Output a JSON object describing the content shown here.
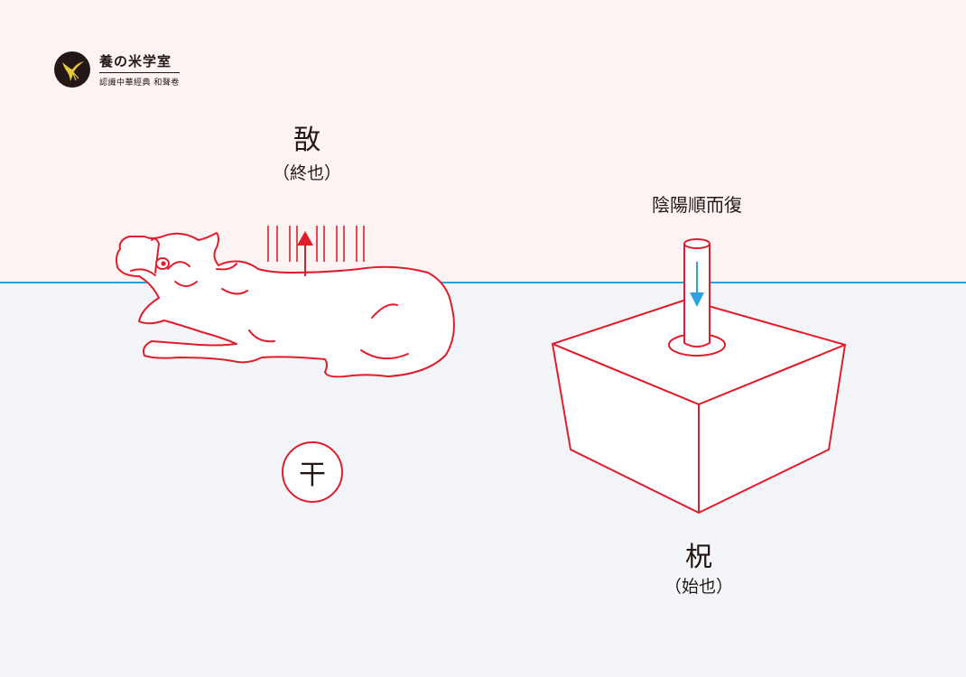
{
  "logo": {
    "title": "養の米学室",
    "subtitle": "認識中華經典 和聲卷",
    "icon": "bird-emblem-icon"
  },
  "left": {
    "char": "敔",
    "gloss": "（終也）",
    "badge": "干",
    "icon": "tiger-instrument-icon"
  },
  "right": {
    "caption": "陰陽順而復",
    "char": "柷",
    "gloss": "（始也）",
    "icon": "box-instrument-icon"
  },
  "colors": {
    "top_band": "#fcf3f2",
    "bottom_band": "#f4f5f9",
    "divider": "#2aa3de",
    "outline": "#e11d2b",
    "arrow_down": "#2aa3de",
    "arrow_up": "#e11d2b"
  }
}
